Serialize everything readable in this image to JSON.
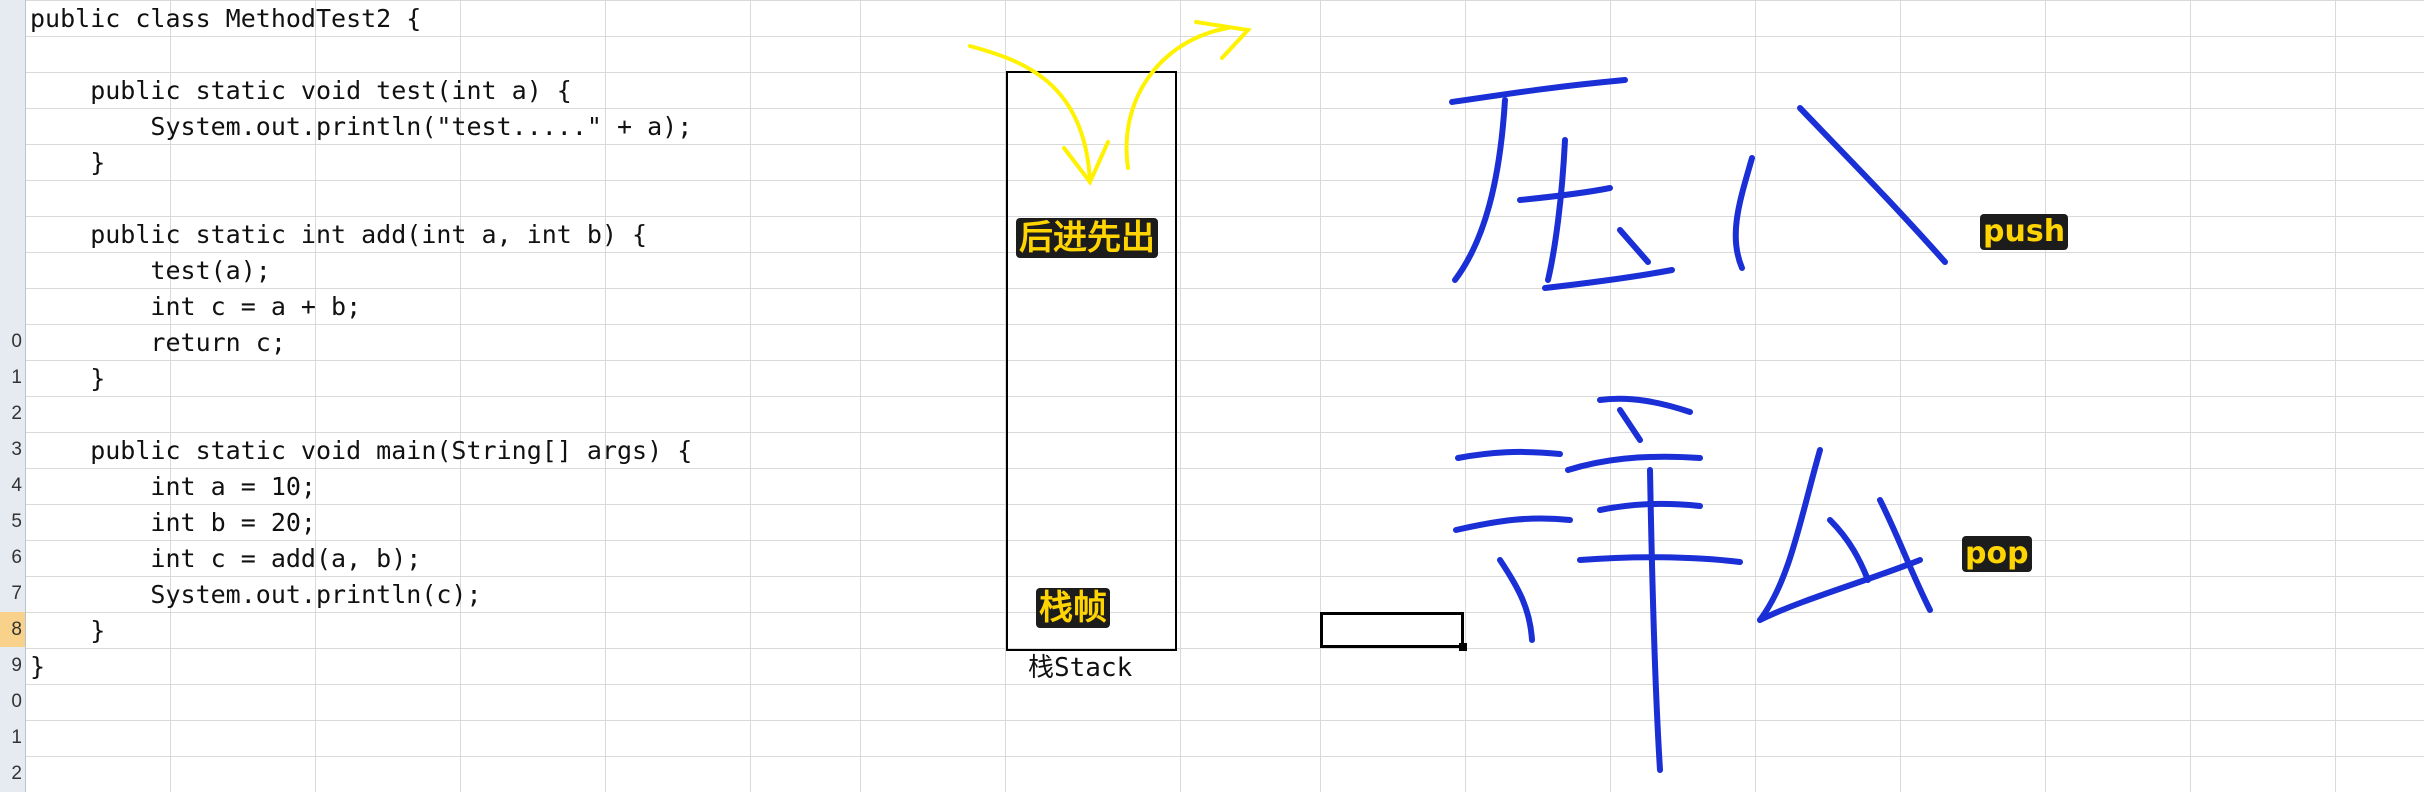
{
  "row_numbers": [
    "",
    "",
    "",
    "",
    "",
    "",
    "",
    "",
    "",
    "0",
    "1",
    "2",
    "3",
    "4",
    "5",
    "6",
    "7",
    "8",
    "9",
    "0",
    "1",
    "2"
  ],
  "active_row_index": 17,
  "code_lines": [
    "public class MethodTest2 {",
    "",
    "    public static void test(int a) {",
    "        System.out.println(\"test.....\" + a);",
    "    }",
    "",
    "    public static int add(int a, int b) {",
    "        test(a);",
    "        int c = a + b;",
    "        return c;",
    "    }",
    "",
    "    public static void main(String[] args) {",
    "        int a = 10;",
    "        int b = 20;",
    "        int c = add(a, b);",
    "        System.out.println(c);",
    "    }",
    "}"
  ],
  "stack": {
    "caption": "栈Stack",
    "lifo_label": "后进先出",
    "frame_label": "栈帧"
  },
  "annotations": {
    "push_text": "push",
    "pop_text": "pop",
    "push_chinese": "压入",
    "pop_chinese": "弹出"
  },
  "colors": {
    "grid": "#d9d9d9",
    "row_header_bg": "#e6ebf2",
    "active_row": "#f8d28a",
    "ink_blue": "#1a2fd6",
    "arrow_yellow": "#fff200",
    "label_yellow": "#ffd400"
  }
}
